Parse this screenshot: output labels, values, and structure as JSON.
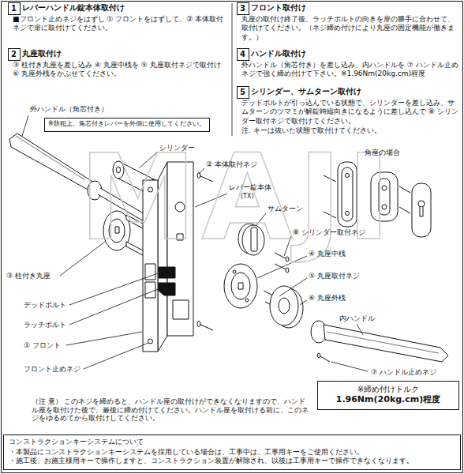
{
  "diagram": {
    "nodes": [
      {
        "text": [
          "1"
        ]
      },
      {
        "text": [
          "2"
        ]
      },
      {
        "text": [
          "3"
        ]
      },
      {
        "text": [
          "4"
        ]
      },
      {
        "text": [
          "5"
        ]
      },
      {
        "text": [
          "※防犯上、角芯付きレバーを外側に使用してください。"
        ]
      },
      {
        "text": [
          "※締め付けトルク",
          "1.96Nm(20kg.cm)程度"
        ]
      },
      {
        "text": [
          "コンストラクションキーシステムについて",
          "・本製品にコンストラクションキーシステムを採用している場合は、工事中は、工事用キーをご使用ください。",
          "・施工後、お施主様用キーで操作しますと、コンストラクション装置が解除され、以後は工事用キーで操作できなくなります。"
        ]
      }
    ],
    "labels": [
      "レバーハンドル錠本体取付け",
      "■フロント止めネジをはずし ① フロントをはずして、② 本体取付ネジで扉に取付けてください。",
      "丸座取付け",
      "③ 柱付き丸座を差し込み ④ 丸座中桟を ⑤ 丸座取付ネジで取付け ⑥ 丸座外桟をかぶせてください。",
      "フロント取付け",
      "丸座の取付け終了後、ラッチボルトの向きを扉の勝手に合わせて、取付けてください。（ネジ締め付けにより丸座の固定機能が働きます。）",
      "ハンドル取付け",
      "外ハンドル（角芯付き）を差し込み、内ハンドルを ⑦ ハンドル止めネジで強く締め付けて下さい。※1.96Nm(20kg.cm)程度",
      "シリンダー、サムターン取付け",
      "デッドボルトが引っ込んでいる状態で、シリンダーを差し込み、サムターンのツマミが解錠時縦向きになるように差し込んで ⑧ シリンダー取付ネジで取付けてください。",
      "注. キーは抜いた状態で取付けてください。",
      "外ハンドル（角芯付き）",
      "シリンダー",
      "② 本体取付ネジ",
      "レバー錠本体",
      "(TX)",
      "サムターン",
      "角座の場合",
      "⑧ シリンダー取付ネジ",
      "④ 丸座中桟",
      "⑤ 丸座取付ネジ",
      "⑥ 丸座外桟",
      "内ハンドル",
      "③ 柱付き丸座",
      "デッドボルト",
      "ラッチボルト",
      "① フロント",
      "フロント止めネジ",
      "⑦ ハンドル止めネジ",
      "（注 意） このネジを締めると、ハンドル座の取付けができなくなりますので、ハンドル座を取付けた後で、最後に締め付けてください。ハンドル座を取付ける前に、このネジをゆるめてから取付けしてください。",
      "MAJI"
    ]
  }
}
